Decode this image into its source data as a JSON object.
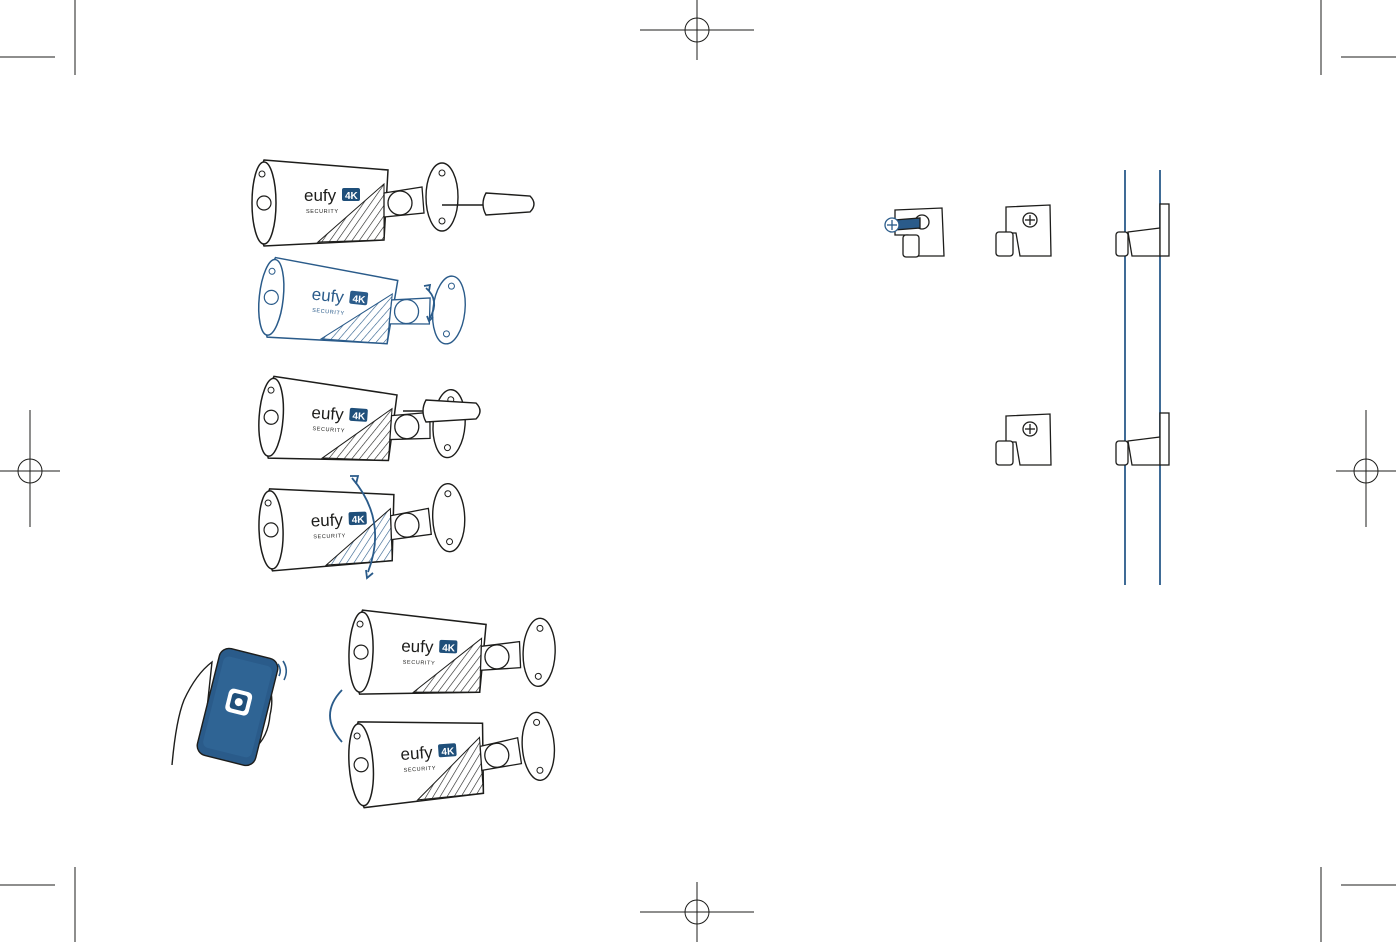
{
  "colors": {
    "line": "#1d1d1b",
    "accent": "#2a5b8a",
    "badge": "#1f4f7a",
    "paper": "#ffffff"
  },
  "camera": {
    "brand": "eufy",
    "badge": "4K",
    "sub": "SECURITY"
  },
  "icons": {
    "registration": "registration-mark-icon",
    "crop": "crop-mark-icon",
    "phone": "phone-icon",
    "wireless": "wireless-signal-icon",
    "screwdriver": "screwdriver-icon",
    "rotate": "rotate-arrow-icon",
    "screw": "screw-icon",
    "clip": "cable-clip-icon"
  }
}
